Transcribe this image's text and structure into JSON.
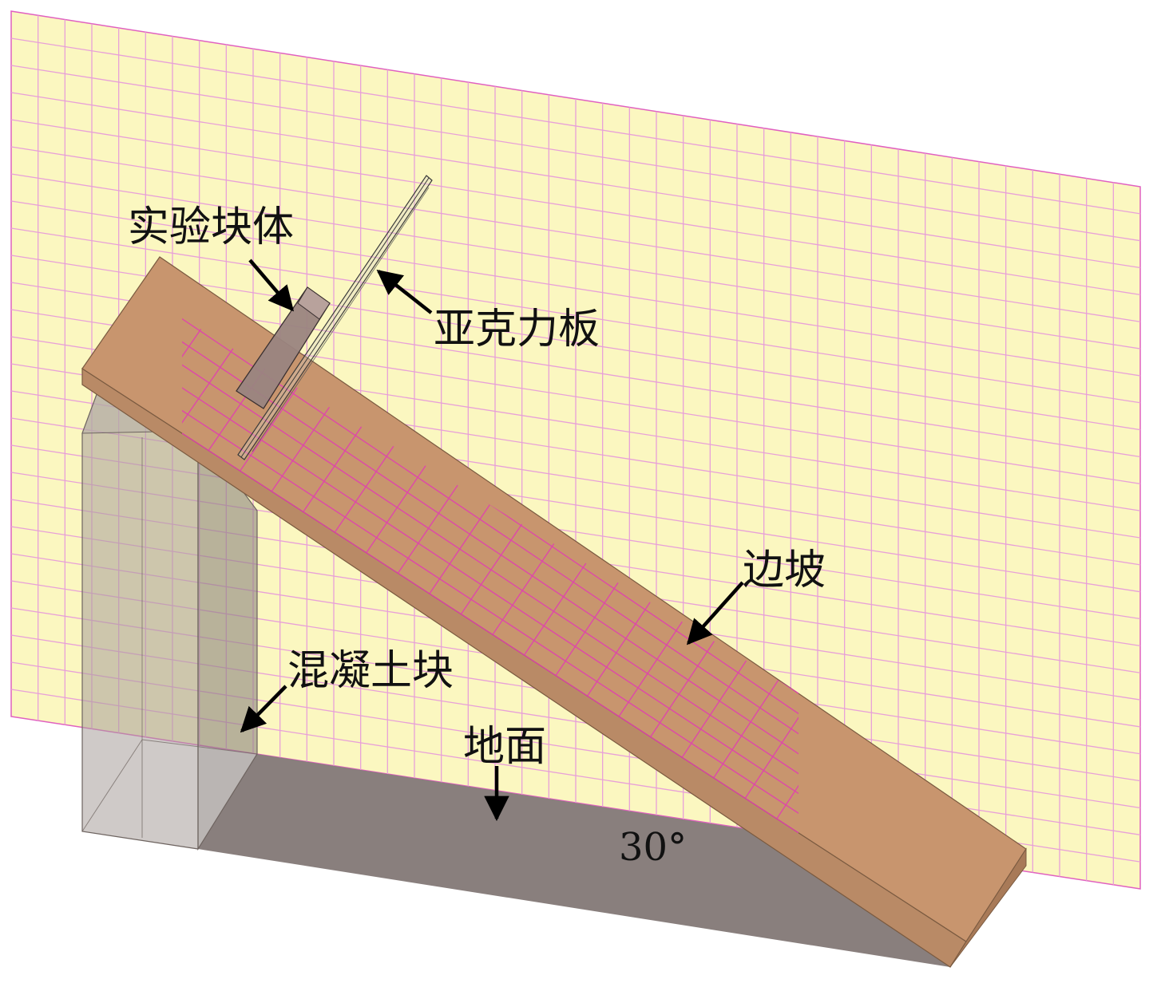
{
  "labels": {
    "test_block": "实验块体",
    "acrylic_plate": "亚克力板",
    "slope": "边坡",
    "concrete_block": "混凝土块",
    "ground": "地面",
    "angle": "30°"
  },
  "colors": {
    "grid_panel_fill": "#FBF7C0",
    "grid_line": "#E060C0",
    "slope_wood": "#C8956E",
    "concrete": "#9C938E",
    "ground_dark": "#857B79",
    "arrow": "#000000"
  }
}
